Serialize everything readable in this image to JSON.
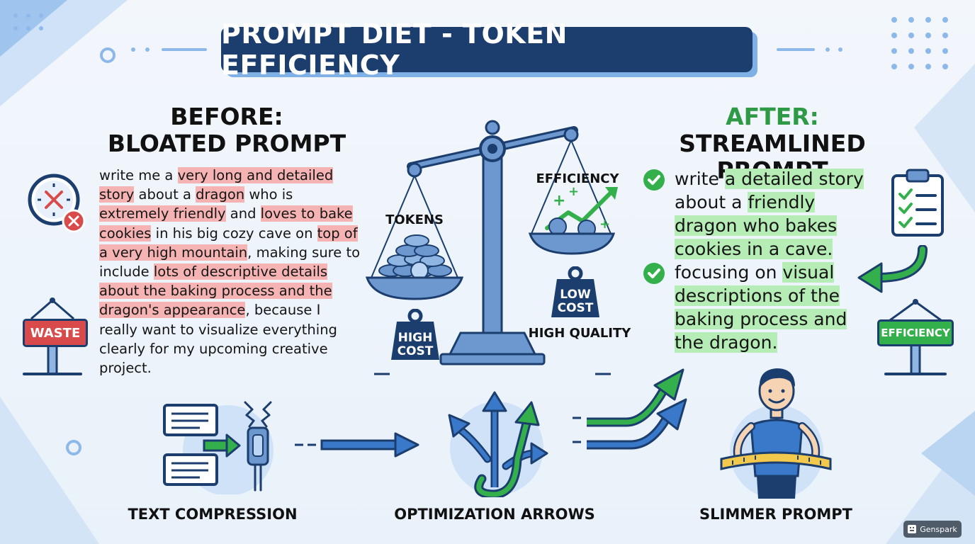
{
  "title": "PROMPT DIET - TOKEN EFFICIENCY",
  "before": {
    "heading_line1": "BEFORE:",
    "heading_line2": "BLOATED PROMPT",
    "segments": [
      {
        "t": "write me a ",
        "hl": false
      },
      {
        "t": "very long and detailed story",
        "hl": true
      },
      {
        "t": " about a ",
        "hl": false
      },
      {
        "t": "dragon",
        "hl": true
      },
      {
        "t": " who is ",
        "hl": false
      },
      {
        "t": "extremely friendly",
        "hl": true
      },
      {
        "t": " and ",
        "hl": false
      },
      {
        "t": "loves to bake cookies",
        "hl": true
      },
      {
        "t": " in his big cozy cave on ",
        "hl": false
      },
      {
        "t": "top of a very high mountain",
        "hl": true
      },
      {
        "t": ", making sure to include ",
        "hl": false
      },
      {
        "t": "lots of descriptive details about the baking process and the dragon's appearance",
        "hl": true
      },
      {
        "t": ", because I really want to visualize everything clearly for my upcoming creative project.",
        "hl": false
      }
    ],
    "sign": "WASTE"
  },
  "after": {
    "heading_line1": "AFTER:",
    "heading_line2": "STREAMLINED PROMPT",
    "items": [
      {
        "segments": [
          {
            "t": "write ",
            "hl": false
          },
          {
            "t": "a detailed story",
            "hl": true
          },
          {
            "t": " about a ",
            "hl": false
          },
          {
            "t": "friendly dragon who bakes cookies in a cave.",
            "hl": true
          }
        ]
      },
      {
        "segments": [
          {
            "t": "focusing on ",
            "hl": false
          },
          {
            "t": "visual descriptions of the baking process and the dragon.",
            "hl": true
          }
        ]
      }
    ],
    "sign": "EFFICIENCY"
  },
  "scale": {
    "left_label": "TOKENS",
    "right_label": "EFFICIENCY",
    "left_weight": "HIGH COST",
    "left_weight_l1": "HIGH",
    "left_weight_l2": "COST",
    "right_weight_l1": "LOW",
    "right_weight_l2": "COST",
    "quality_label": "HIGH QUALITY"
  },
  "bottom": {
    "compression": "TEXT COMPRESSION",
    "optimization": "OPTIMIZATION ARROWS",
    "slimmer": "SLIMMER PROMPT"
  },
  "watermark": "Genspark",
  "colors": {
    "navy": "#1b3e6e",
    "blue": "#3a78c9",
    "light_blue": "#cfe2f7",
    "green": "#33b04b",
    "red": "#d94b4b",
    "red_highlight": "#f6b3b3",
    "green_highlight": "#b6ecb5"
  }
}
